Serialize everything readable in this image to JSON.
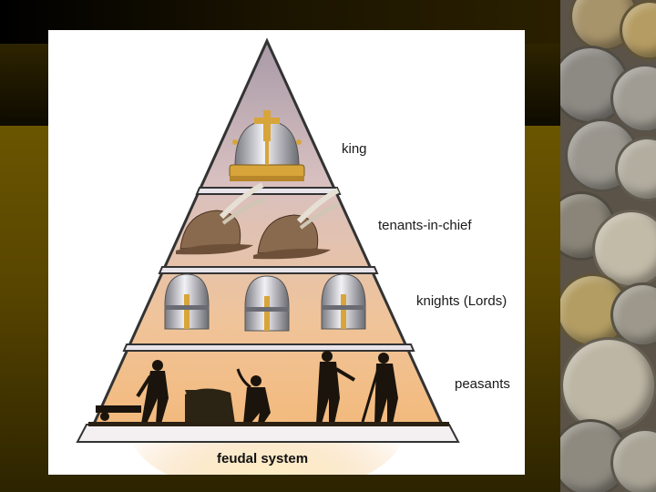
{
  "diagram": {
    "caption": "feudal system",
    "tiers": [
      {
        "label": "king"
      },
      {
        "label": "tenants-in-chief"
      },
      {
        "label": "knights (Lords)"
      },
      {
        "label": "peasants"
      }
    ]
  },
  "colors": {
    "slide_gold": "#6a5500",
    "pyramid_top": "#a89aa8",
    "pyramid_bottom": "#f3b878",
    "outline": "#333333"
  }
}
